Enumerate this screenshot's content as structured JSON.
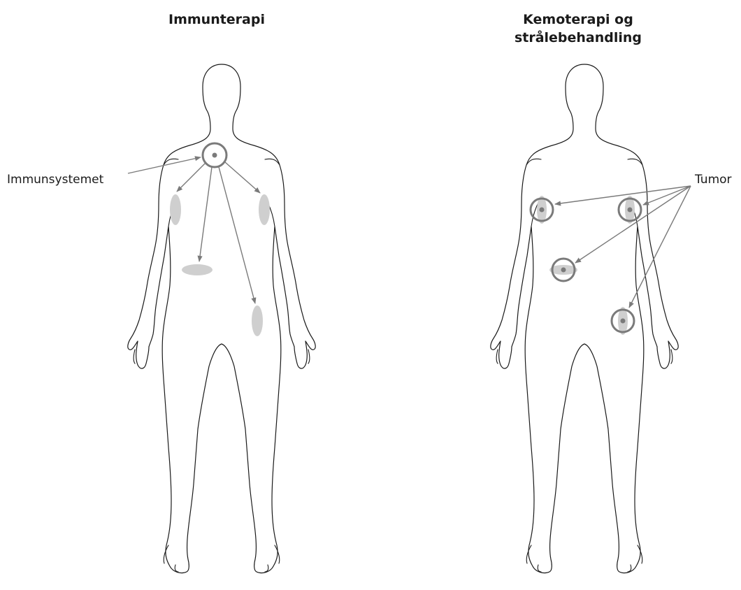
{
  "panels": {
    "left_title": "Immunterapi",
    "right_title_line1": "Kemoterapi og",
    "right_title_line2": "strålebehandling"
  },
  "labels": {
    "immune_system": "Immunsystemet",
    "tumor": "Tumor"
  },
  "colors": {
    "outline": "#1a1a1a",
    "arrow": "#7a7a7a",
    "spot": "#cfcfcf",
    "background": "#ffffff"
  }
}
